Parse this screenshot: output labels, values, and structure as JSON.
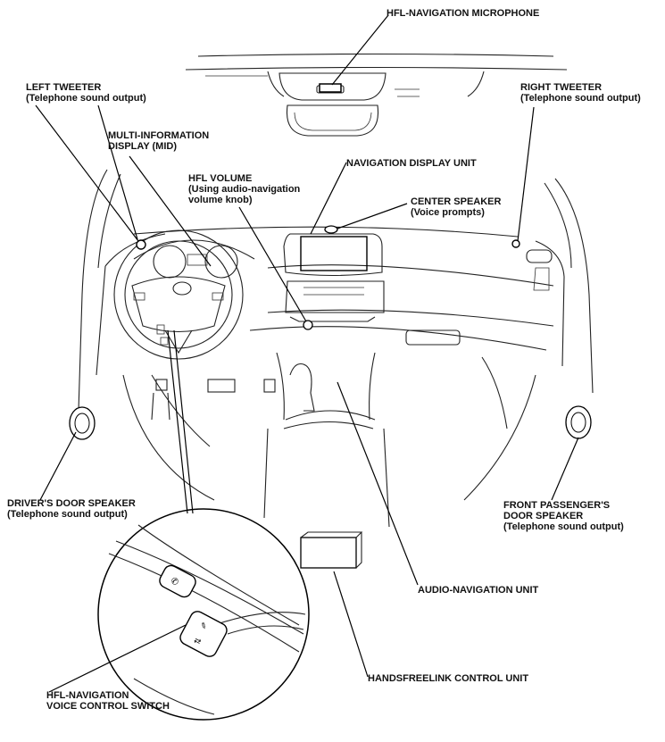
{
  "labels": {
    "microphone": "HFL-NAVIGATION MICROPHONE",
    "left_tweeter": "LEFT TWEETER",
    "left_tweeter_sub": "(Telephone sound output)",
    "mid_1": "MULTI-INFORMATION",
    "mid_2": "DISPLAY (MID)",
    "hfl_volume": "HFL VOLUME",
    "hfl_volume_sub1": "(Using audio-navigation",
    "hfl_volume_sub2": "volume knob)",
    "nav_display": "NAVIGATION DISPLAY UNIT",
    "center_speaker": "CENTER SPEAKER",
    "center_speaker_sub": "(Voice prompts)",
    "right_tweeter": "RIGHT TWEETER",
    "right_tweeter_sub": "(Telephone sound output)",
    "driver_door": "DRIVER'S DOOR SPEAKER",
    "driver_door_sub": "(Telephone sound output)",
    "front_pass_1": "FRONT PASSENGER'S",
    "front_pass_2": "DOOR SPEAKER",
    "front_pass_sub": "(Telephone sound output)",
    "audio_nav": "AUDIO-NAVIGATION UNIT",
    "hfl_control": "HANDSFREELINK CONTROL UNIT",
    "voice_switch_1": "HFL-NAVIGATION",
    "voice_switch_2": "VOICE CONTROL SWITCH"
  }
}
